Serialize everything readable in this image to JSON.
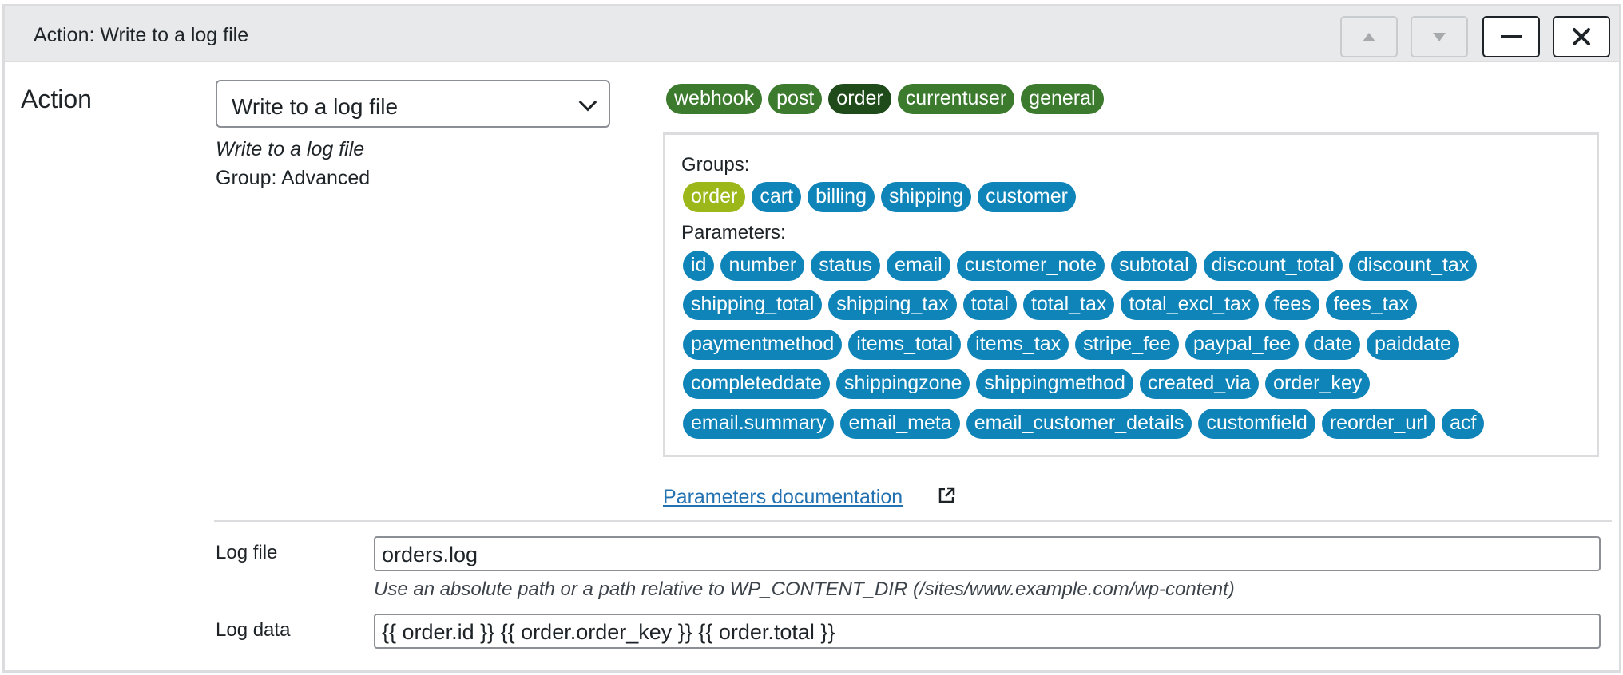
{
  "header": {
    "title": "Action: Write to a log file"
  },
  "action": {
    "section_label": "Action",
    "selected": "Write to a log file",
    "description": "Write to a log file",
    "group": "Group: Advanced"
  },
  "top_tags": [
    "webhook",
    "post",
    "order",
    "currentuser",
    "general"
  ],
  "params_box": {
    "groups_label": "Groups:",
    "groups": [
      "order",
      "cart",
      "billing",
      "shipping",
      "customer"
    ],
    "parameters_label": "Parameters:",
    "parameter_rows": [
      [
        "id",
        "number",
        "status",
        "email",
        "customer_note",
        "subtotal",
        "discount_total",
        "discount_tax"
      ],
      [
        "shipping_total",
        "shipping_tax",
        "total",
        "total_tax",
        "total_excl_tax",
        "fees",
        "fees_tax"
      ],
      [
        "paymentmethod",
        "items_total",
        "items_tax",
        "stripe_fee",
        "paypal_fee",
        "date",
        "paiddate"
      ],
      [
        "completeddate",
        "shippingzone",
        "shippingmethod",
        "created_via",
        "order_key"
      ],
      [
        "email.summary",
        "email_meta",
        "email_customer_details",
        "customfield",
        "reorder_url",
        "acf"
      ]
    ]
  },
  "doc_link": "Parameters documentation",
  "log_file": {
    "label": "Log file",
    "value": "orders.log",
    "help": "Use an absolute path or a path relative to WP_CONTENT_DIR (/sites/www.example.com/wp-content)"
  },
  "log_data": {
    "label": "Log data",
    "value": "{{ order.id }} {{ order.order_key }} {{ order.total }}"
  },
  "colors": {
    "tag_green": "#3c7a2e",
    "tag_dark_green": "#1f4a19",
    "tag_blue": "#0e84b8",
    "tag_lime": "#9cb719",
    "link": "#2271b1"
  },
  "icons": [
    "arrow-up-icon",
    "arrow-down-icon",
    "minus-icon",
    "close-icon",
    "chevron-down-icon",
    "external-link-icon"
  ]
}
